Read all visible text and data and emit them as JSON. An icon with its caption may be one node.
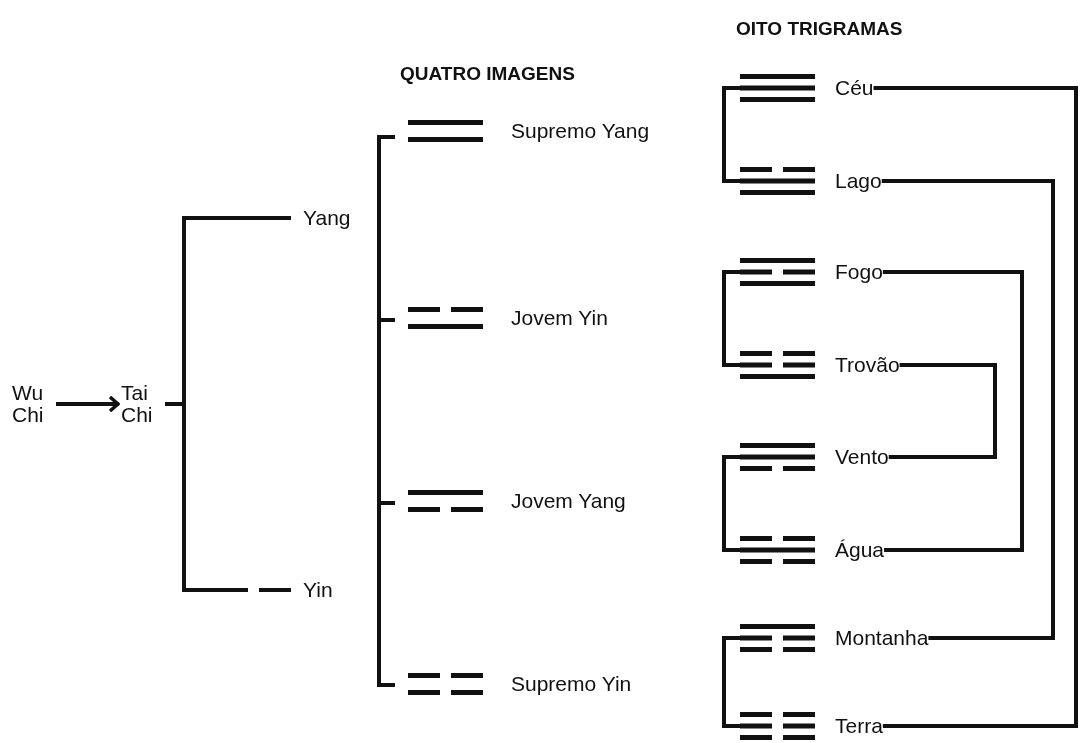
{
  "diagram": {
    "nodes": [
      {
        "text": [
          "Wu Chi"
        ]
      },
      {
        "text": [
          "Tai Chi"
        ]
      },
      {
        "text": [
          "Yang"
        ]
      },
      {
        "text": [
          "Yin"
        ]
      },
      {
        "text": [
          "Supremo Yang"
        ]
      },
      {
        "text": [
          "Jovem Yin"
        ]
      },
      {
        "text": [
          "Jovem Yang"
        ]
      },
      {
        "text": [
          "Supremo Yin"
        ]
      },
      {
        "text": [
          "Céu"
        ]
      },
      {
        "text": [
          "Lago"
        ]
      },
      {
        "text": [
          "Fogo"
        ]
      },
      {
        "text": [
          "Trovão"
        ]
      },
      {
        "text": [
          "Vento"
        ]
      },
      {
        "text": [
          "Água"
        ]
      },
      {
        "text": [
          "Montanha"
        ]
      },
      {
        "text": [
          "Terra"
        ]
      }
    ],
    "edges": [
      {
        "from": 0,
        "to": 1,
        "arrow": "to"
      },
      {
        "from": 1,
        "to": 2,
        "arrow": "none"
      },
      {
        "from": 1,
        "to": 3,
        "arrow": "none"
      },
      {
        "from": 8,
        "to": 15,
        "arrow": "none"
      },
      {
        "from": 9,
        "to": 14,
        "arrow": "none"
      },
      {
        "from": 10,
        "to": 13,
        "arrow": "none"
      },
      {
        "from": 11,
        "to": 12,
        "arrow": "none"
      },
      {
        "from": 8,
        "to": 9,
        "arrow": "none"
      },
      {
        "from": 10,
        "to": 11,
        "arrow": "none"
      },
      {
        "from": 12,
        "to": 13,
        "arrow": "none"
      },
      {
        "from": 14,
        "to": 15,
        "arrow": "none"
      }
    ],
    "labels": [
      "OITO TRIGRAMAS",
      "QUATRO IMAGENS"
    ]
  }
}
